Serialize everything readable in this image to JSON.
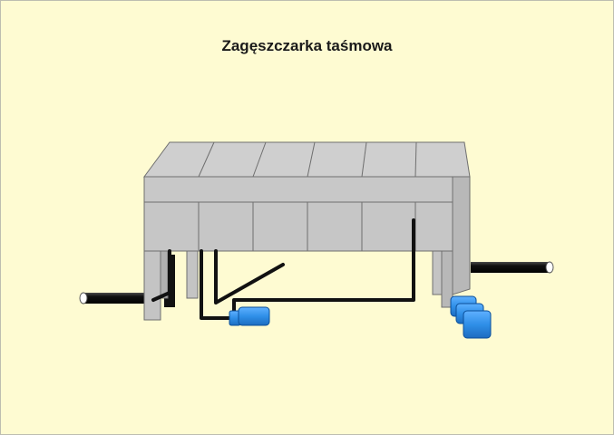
{
  "title": "Zagęszczarka taśmowa",
  "colors": {
    "background": "#fefbd2",
    "housing": "#c8c8c8",
    "housing_top": "#cfcfcf",
    "outline": "#6f6f6f",
    "pipe": "#1a1a1a",
    "pump": "#2f8fe8"
  },
  "components": {
    "housing": "belt-thickener-housing",
    "pipes": [
      "inlet-pipe-left",
      "outlet-pipe-right",
      "internal-pipes"
    ],
    "pumps": [
      "pump-center",
      "pump-right"
    ]
  }
}
